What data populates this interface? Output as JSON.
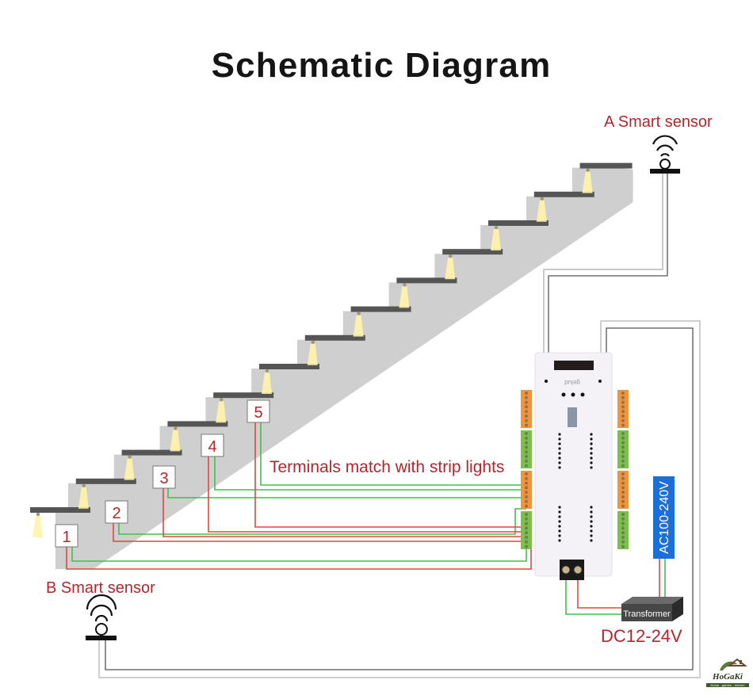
{
  "title": "Schematic Diagram",
  "labels": {
    "sensor_a": "A Smart sensor",
    "sensor_b": "B Smart sensor",
    "terminals_note": "Terminals match with strip lights",
    "dc_voltage": "DC12-24V",
    "ac_voltage": "AC100-240V",
    "transformer": "Transformer"
  },
  "steps": {
    "count": 13,
    "numbered_labels": [
      "1",
      "2",
      "3",
      "4",
      "5"
    ]
  },
  "controller": {
    "brand_text": "gelud",
    "terminal_block_colors": [
      "#f2953a",
      "#7cc04a",
      "#f2953a",
      "#7cc04a"
    ]
  },
  "colors": {
    "label_red": "#b3262b",
    "wire_red": "#e2463f",
    "wire_green": "#3fc14c",
    "stair_fill": "#cfcfcf",
    "tread_fill": "#555555",
    "ac_badge": "#1c6fd6",
    "transformer": "#444444"
  },
  "logo": {
    "name": "HoGaKi",
    "tagline": "Home - garden - kitchen"
  }
}
